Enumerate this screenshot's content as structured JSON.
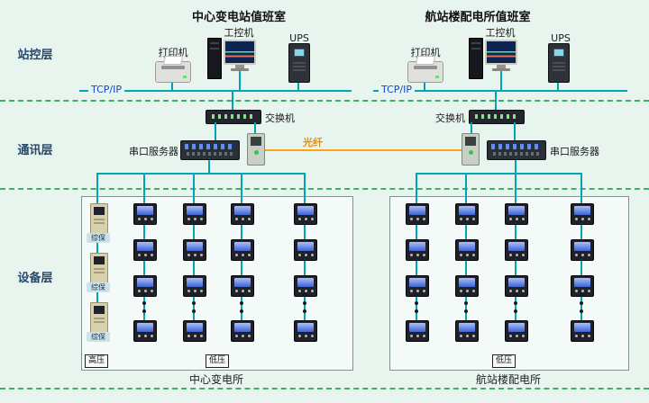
{
  "layers": [
    {
      "label": "站控层"
    },
    {
      "label": "通讯层"
    },
    {
      "label": "设备层"
    }
  ],
  "left_station": {
    "title": "中心变电站值班室",
    "workstation_label": "工控机",
    "printer_label": "打印机",
    "ups_label": "UPS",
    "network_label": "TCP/IP",
    "switch_label": "交换机",
    "serial_server_label": "串口服务器",
    "hv_label": "高压",
    "lv_label": "低压",
    "protection_label": "综保",
    "caption": "中心变电所"
  },
  "right_station": {
    "title": "航站楼配电所值班室",
    "workstation_label": "工控机",
    "printer_label": "打印机",
    "ups_label": "UPS",
    "network_label": "TCP/IP",
    "switch_label": "交换机",
    "serial_server_label": "串口服务器",
    "lv_label": "低压",
    "caption": "航站楼配电所"
  },
  "fiber_label": "光纤",
  "colors": {
    "background": "#e8f4ee",
    "network_line": "#00a6b8",
    "fiber_line": "#ffa21a",
    "layer_separator": "#3fae6a",
    "tcpip_text": "#1646c8",
    "fiber_text": "#f08c00"
  }
}
